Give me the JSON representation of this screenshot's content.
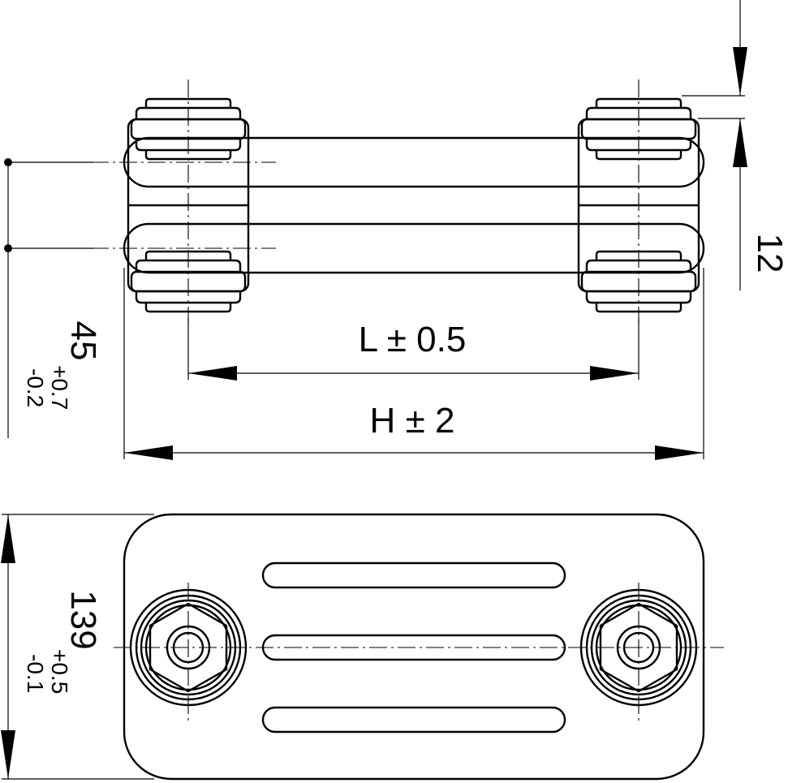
{
  "dimensions": {
    "length": {
      "symbol": "L",
      "pm": "±",
      "tol": "0.5"
    },
    "height": {
      "symbol": "H",
      "pm": "±",
      "tol": "2"
    },
    "pitch": {
      "value": "45",
      "upper": "+0.7",
      "lower": "-0.2"
    },
    "width": {
      "value": "139",
      "upper": "+0.5",
      "lower": "-0.1"
    },
    "stack": {
      "value": "12"
    }
  },
  "colors": {
    "line": "#000000",
    "background": "#ffffff"
  }
}
